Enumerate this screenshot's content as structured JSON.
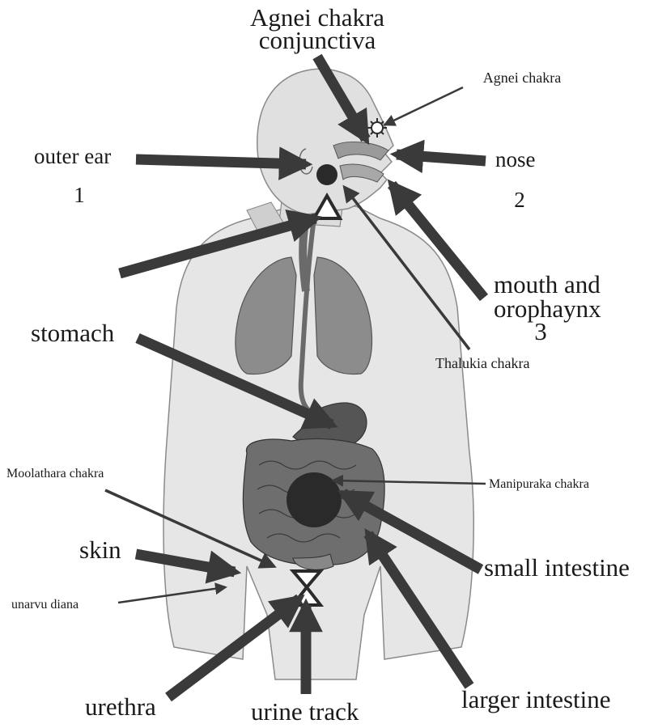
{
  "labels": {
    "title_line1": "Agnei chakra",
    "title_line2": "conjunctiva",
    "agnei_chakra": "Agnei chakra",
    "outer_ear": "outer ear",
    "num1": "1",
    "nose": "nose",
    "num2": "2",
    "mouth_line1": "mouth and",
    "mouth_line2": "orophaynx",
    "num3": "3",
    "stomach": "stomach",
    "thalukia": "Thalukia chakra",
    "moolathara": "Moolathara chakra",
    "manipuraka": "Manipuraka chakra",
    "skin": "skin",
    "small_intestine": "small intestine",
    "unarvu": "unarvu diana",
    "urethra": "urethra",
    "urine_track": "urine track",
    "larger_intestine": "larger intestine"
  },
  "colors": {
    "arrow": "#3a3a3a",
    "body_fill": "#e4e4e4",
    "body_stroke": "#7a7a7a",
    "organ_dark": "#555555",
    "lung": "#8c8c8c",
    "chakra": "#2a2a2a"
  }
}
